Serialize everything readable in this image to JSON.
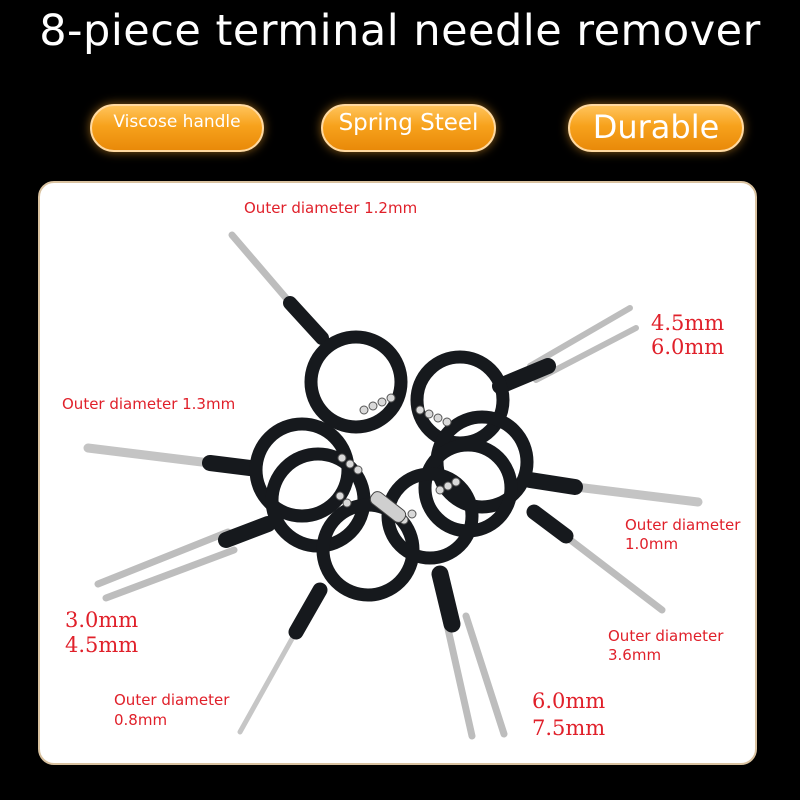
{
  "title": "8-piece terminal needle remover",
  "badges": [
    "Viscose handle",
    "Spring Steel",
    "Durable"
  ],
  "labels": {
    "od_12": "Outer diameter 1.2mm",
    "od_13": "Outer diameter 1.3mm",
    "od_10_a": "Outer diameter",
    "od_10_b": "1.0mm",
    "od_36_a": "Outer diameter",
    "od_36_b": "3.6mm",
    "od_08_a": "Outer diameter",
    "od_08_b": "0.8mm",
    "fork_45_60_a": "4.5mm",
    "fork_45_60_b": "6.0mm",
    "fork_30_45_a": "3.0mm",
    "fork_30_45_b": "4.5mm",
    "fork_60_75_a": "6.0mm",
    "fork_60_75_b": "7.5mm"
  },
  "colors": {
    "accent_text": "#e0202a",
    "badge_orange": "#f7a21c",
    "handle_black": "#14171c",
    "steel": "#c9c9c9"
  }
}
